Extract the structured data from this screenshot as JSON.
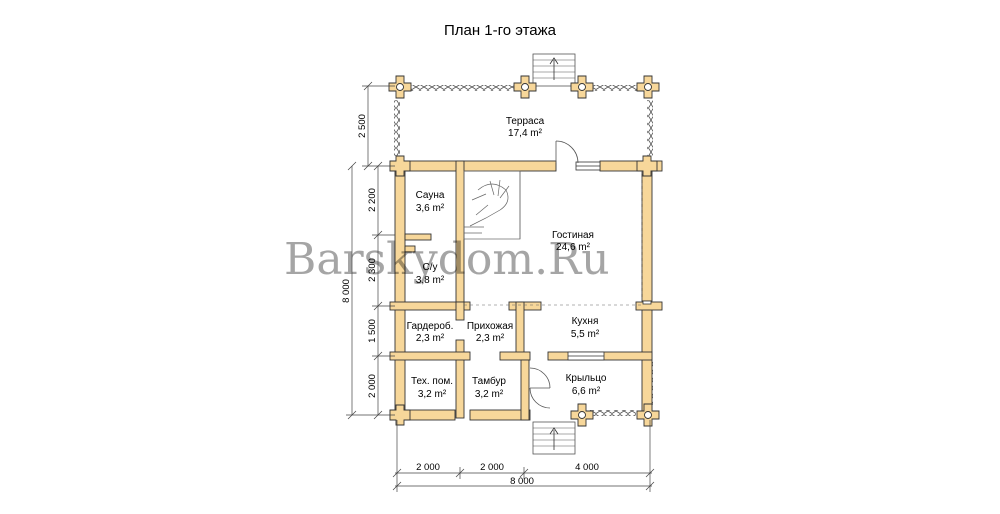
{
  "title": "План 1-го этажа",
  "watermark": "Barskydom.Ru",
  "colors": {
    "log": "#f7d79a",
    "log_stroke": "#333333",
    "wall_fill": "#f7d79a",
    "rail": "#5a5a5a",
    "line": "#555555"
  },
  "rooms": {
    "terrace": {
      "name": "Терраса",
      "area": "17,4 m²"
    },
    "sauna": {
      "name": "Сауна",
      "area": "3,6 m²"
    },
    "wc": {
      "name": "С/у",
      "area": "3,8 m²"
    },
    "living": {
      "name": "Гостиная",
      "area": "24,6 m²"
    },
    "wardrobe": {
      "name": "Гардероб.",
      "area": "2,3 m²"
    },
    "hall": {
      "name": "Прихожая",
      "area": "2,3 m²"
    },
    "kitchen": {
      "name": "Кухня",
      "area": "5,5 m²"
    },
    "tech": {
      "name": "Тех. пом.",
      "area": "3,2 m²"
    },
    "vestibule": {
      "name": "Тамбур",
      "area": "3,2 m²"
    },
    "porch": {
      "name": "Крыльцо",
      "area": "6,6 m²"
    }
  },
  "dimensions": {
    "left": [
      "2 500",
      "2 200",
      "2 300",
      "1 500",
      "2 000"
    ],
    "left_total": "8 000",
    "bottom": [
      "2 000",
      "2 000",
      "4 000"
    ],
    "bottom_total": "8 000"
  }
}
